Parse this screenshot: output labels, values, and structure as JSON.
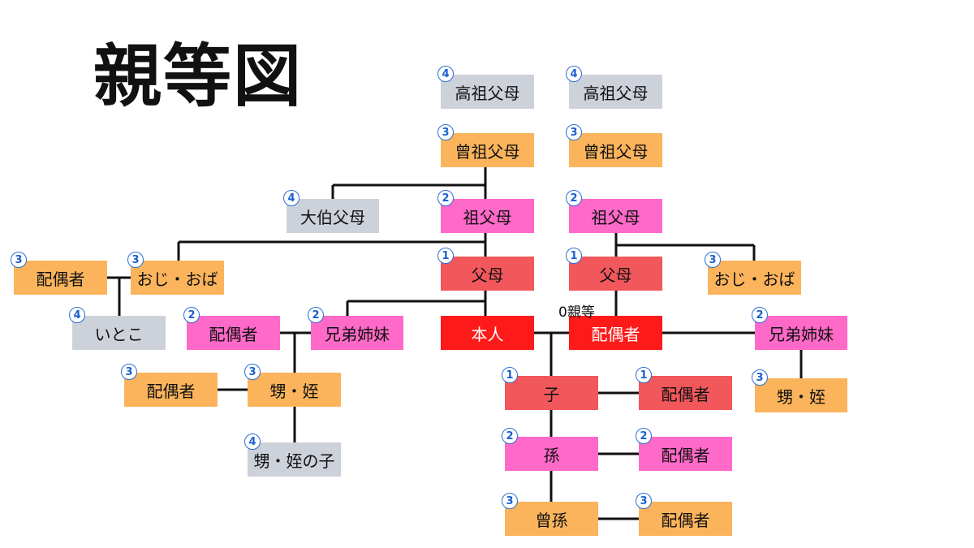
{
  "title": "親等図",
  "self_degree_label": "0親等",
  "colors": {
    "1": "#f2575b",
    "2": "#ff69c8",
    "3": "#fbb45c",
    "4": "#cdd1da",
    "self": "#ff1a1a",
    "line": "#111111",
    "badge": "#2a6fd6"
  },
  "nodes": [
    {
      "id": "p-ggg-1",
      "label": "高祖父母",
      "degree": "4",
      "color": "4"
    },
    {
      "id": "s-ggg-1",
      "label": "高祖父母",
      "degree": "4",
      "color": "4"
    },
    {
      "id": "p-gg-1",
      "label": "曾祖父母",
      "degree": "3",
      "color": "3"
    },
    {
      "id": "s-gg-1",
      "label": "曾祖父母",
      "degree": "3",
      "color": "3"
    },
    {
      "id": "great-uncle",
      "label": "大伯父母",
      "degree": "4",
      "color": "4"
    },
    {
      "id": "p-gp",
      "label": "祖父母",
      "degree": "2",
      "color": "2"
    },
    {
      "id": "s-gp",
      "label": "祖父母",
      "degree": "2",
      "color": "2"
    },
    {
      "id": "uncle-spouse",
      "label": "配偶者",
      "degree": "3",
      "color": "3"
    },
    {
      "id": "uncle",
      "label": "おじ・おば",
      "degree": "3",
      "color": "3"
    },
    {
      "id": "p-parent",
      "label": "父母",
      "degree": "1",
      "color": "1"
    },
    {
      "id": "s-parent",
      "label": "父母",
      "degree": "1",
      "color": "1"
    },
    {
      "id": "s-uncle",
      "label": "おじ・おば",
      "degree": "3",
      "color": "3"
    },
    {
      "id": "cousin",
      "label": "いとこ",
      "degree": "4",
      "color": "4"
    },
    {
      "id": "sib-spouse",
      "label": "配偶者",
      "degree": "2",
      "color": "2"
    },
    {
      "id": "sibling",
      "label": "兄弟姉妹",
      "degree": "2",
      "color": "2"
    },
    {
      "id": "self",
      "label": "本人",
      "degree": "",
      "color": "self",
      "dark": true
    },
    {
      "id": "spouse",
      "label": "配偶者",
      "degree": "",
      "color": "self",
      "dark": true
    },
    {
      "id": "s-sibling",
      "label": "兄弟姉妹",
      "degree": "2",
      "color": "2"
    },
    {
      "id": "nephew-spouse",
      "label": "配偶者",
      "degree": "3",
      "color": "3"
    },
    {
      "id": "nephew",
      "label": "甥・姪",
      "degree": "3",
      "color": "3"
    },
    {
      "id": "child",
      "label": "子",
      "degree": "1",
      "color": "1"
    },
    {
      "id": "child-spouse",
      "label": "配偶者",
      "degree": "1",
      "color": "1"
    },
    {
      "id": "s-nephew",
      "label": "甥・姪",
      "degree": "3",
      "color": "3"
    },
    {
      "id": "grandchild",
      "label": "孫",
      "degree": "2",
      "color": "2"
    },
    {
      "id": "grandchild-spouse",
      "label": "配偶者",
      "degree": "2",
      "color": "2"
    },
    {
      "id": "grandnephew",
      "label": "甥・姪の子",
      "degree": "4",
      "color": "4"
    },
    {
      "id": "great-grandchild",
      "label": "曾孫",
      "degree": "3",
      "color": "3"
    },
    {
      "id": "ggc-spouse",
      "label": "配偶者",
      "degree": "3",
      "color": "3"
    }
  ]
}
